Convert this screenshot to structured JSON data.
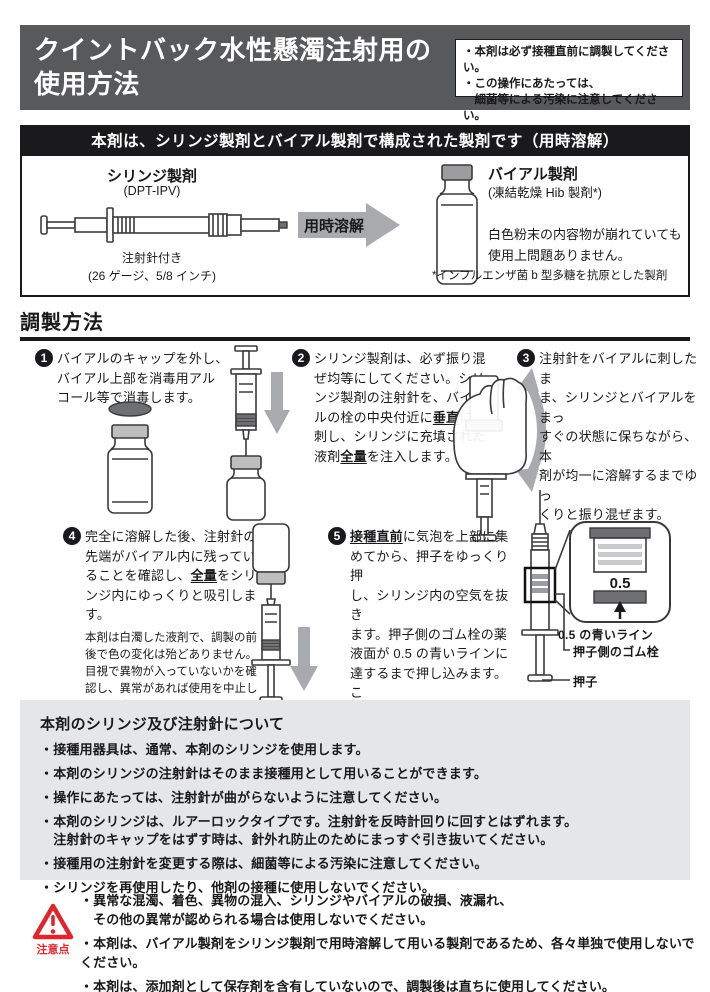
{
  "header": {
    "title": "クイントバック水性懸濁注射用の\n使用方法",
    "notice": "・本剤は必ず接種直前に調製してください。\n・この操作にあたっては、\n　細菌等による汚染に注意してください。",
    "bg_color": "#58595b"
  },
  "composition": {
    "banner": "本剤は、シリンジ製剤とバイアル製剤で構成された製剤です（用時溶解）",
    "syringe": {
      "name": "シリンジ製剤",
      "sub": "(DPT-IPV)",
      "caption1": "注射針付き",
      "caption2": "(26 ゲージ、5/8 インチ)"
    },
    "arrow_label": "用時溶解",
    "vial": {
      "name": "バイアル製剤",
      "sub": "(凍結乾燥 Hib 製剤*)",
      "note": "白色粉末の内容物が崩れていても\n使用上問題ありません。",
      "footnote": "*インフルエンザ菌 b 型多糖を抗原とした製剤"
    }
  },
  "preparation": {
    "heading": "調製方法",
    "steps": [
      {
        "num": "1",
        "segments": [
          {
            "t": "バイアルのキャップを外し、\nバイアル上部を消毒用アル\nコール等で消毒します。"
          }
        ]
      },
      {
        "num": "2",
        "segments": [
          {
            "t": "シリンジ製剤は、必ず振り混\nぜ均等にしてください。シリ\nンジ製剤の注射針を、バイア\nルの栓の中央付近に"
          },
          {
            "t": "垂直",
            "em": true
          },
          {
            "t": "に\n刺し、シリンジに充填された\n液剤"
          },
          {
            "t": "全量",
            "em": true
          },
          {
            "t": "を注入します。"
          }
        ]
      },
      {
        "num": "3",
        "segments": [
          {
            "t": "注射針をバイアルに刺したま\nま、シリンジとバイアルをまっ\nすぐの状態に保ちながら、本\n剤が均一に溶解するまでゆっ\nくりと振り混ぜます。"
          }
        ]
      },
      {
        "num": "4",
        "segments": [
          {
            "t": "完全に溶解した後、注射針の\n先端がバイアル内に残ってい\nることを確認し、"
          },
          {
            "t": "全量",
            "em": true
          },
          {
            "t": "をシリ\nンジ内にゆっくりと吸引しま\nす。"
          }
        ],
        "note": "本剤は白濁した液剤で、調製の前\n後で色の変化は殆どありません。\n目視で異物が入っていないかを確\n認し、異常があれば使用を中止し\nてください。"
      },
      {
        "num": "5",
        "segments": [
          {
            "t": "接種直前",
            "em": true
          },
          {
            "t": "に気泡を上部に集\nめてから、押子をゆっくり押\nし、シリンジ内の空気を抜き\nます。押子側のゴム栓の薬\n液面が 0.5 の青いラインに\n達するまで押し込みます。こ\nれを確認して、接種を行いま\nす。"
          }
        ]
      }
    ],
    "step5_labels": {
      "mark": "0.5",
      "blue_line": "0.5 の青いライン",
      "gum": "押子側のゴム栓",
      "plunger": "押子"
    }
  },
  "syringe_info": {
    "title": "本剤のシリンジ及び注射針について",
    "bg_color": "#e5e6e7",
    "items": [
      "・接種用器具は、通常、本剤のシリンジを使用します。",
      "・本剤のシリンジの注射針はそのまま接種用として用いることができます。",
      "・操作にあたっては、注射針が曲がらないように注意してください。",
      "・本剤のシリンジは、ルアーロックタイプです。注射針を反時計回りに回すとはずれます。\n　注射針のキャップをはずす時は、針外れ防止のためにまっすぐ引き抜いてください。",
      "・接種用の注射針を変更する際は、細菌等による汚染に注意してください。",
      "・シリンジを再使用したり、他剤の接種に使用しないでください。"
    ]
  },
  "cautions": {
    "icon_label": "注意点",
    "accent_color": "#e0252c",
    "items": [
      "・異常な混濁、着色、異物の混入、シリンジやバイアルの破損、液漏れ、\n　その他の異常が認められる場合は使用しないでください。",
      "・本剤は、バイアル製剤をシリンジ製剤で用時溶解して用いる製剤であるため、各々単独で使用しないでください。",
      "・本剤は、添加剤として保存剤を含有していないので、調製後は直ちに使用してください。"
    ]
  }
}
